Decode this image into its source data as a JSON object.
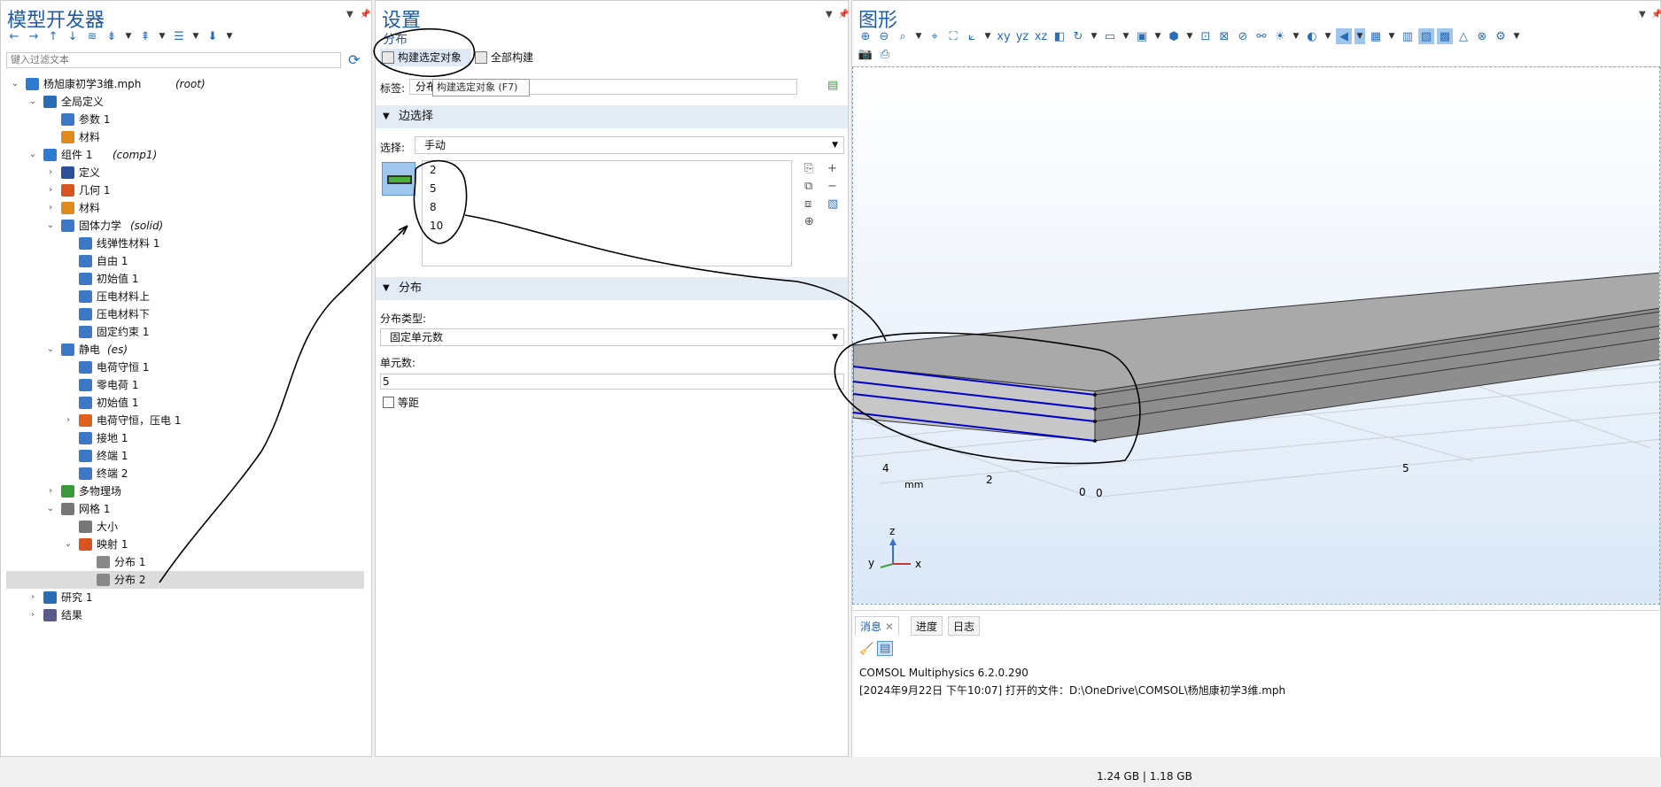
{
  "model_builder": {
    "title": "模型开发器",
    "filter_placeholder": "键入过滤文本",
    "tree": [
      {
        "label": "杨旭康初学3维.mph",
        "tag": "(root)",
        "level": 0,
        "chev": "v",
        "icon": "model-file-icon",
        "color": "#2e7bd6"
      },
      {
        "label": "全局定义",
        "tag": "",
        "level": 1,
        "chev": "v",
        "icon": "globe-icon",
        "color": "#2b6cb7"
      },
      {
        "label": "参数 1",
        "tag": "",
        "level": 2,
        "chev": "",
        "icon": "parameters-icon",
        "color": "#3b78c8"
      },
      {
        "label": "材料",
        "tag": "",
        "level": 2,
        "chev": "",
        "icon": "materials-icon",
        "color": "#e08a1e"
      },
      {
        "label": "组件 1",
        "tag": "(comp1)",
        "level": 1,
        "chev": "v",
        "icon": "component-icon",
        "color": "#2e7bd6"
      },
      {
        "label": "定义",
        "tag": "",
        "level": 2,
        "chev": ">",
        "icon": "definitions-icon",
        "color": "#2b4f9a"
      },
      {
        "label": "几何 1",
        "tag": "",
        "level": 2,
        "chev": ">",
        "icon": "geometry-icon",
        "color": "#d9541e"
      },
      {
        "label": "材料",
        "tag": "",
        "level": 2,
        "chev": ">",
        "icon": "materials-icon",
        "color": "#e08a1e"
      },
      {
        "label": "固体力学",
        "tag": "(solid)",
        "level": 2,
        "chev": "v",
        "icon": "solid-mechanics-icon",
        "color": "#3b78c8"
      },
      {
        "label": "线弹性材料 1",
        "tag": "",
        "level": 3,
        "chev": "",
        "icon": "domain-node-icon",
        "color": "#3b78c8"
      },
      {
        "label": "自由 1",
        "tag": "",
        "level": 3,
        "chev": "",
        "icon": "domain-node-icon",
        "color": "#3b78c8"
      },
      {
        "label": "初始值 1",
        "tag": "",
        "level": 3,
        "chev": "",
        "icon": "domain-node-icon",
        "color": "#3b78c8"
      },
      {
        "label": "压电材料上",
        "tag": "",
        "level": 3,
        "chev": "",
        "icon": "domain-node-icon",
        "color": "#3b78c8"
      },
      {
        "label": "压电材料下",
        "tag": "",
        "level": 3,
        "chev": "",
        "icon": "domain-node-icon",
        "color": "#3b78c8"
      },
      {
        "label": "固定约束 1",
        "tag": "",
        "level": 3,
        "chev": "",
        "icon": "boundary-node-icon",
        "color": "#3b78c8"
      },
      {
        "label": "静电",
        "tag": "(es)",
        "level": 2,
        "chev": "v",
        "icon": "electrostatics-icon",
        "color": "#3b78c8"
      },
      {
        "label": "电荷守恒 1",
        "tag": "",
        "level": 3,
        "chev": "",
        "icon": "domain-node-icon",
        "color": "#3b78c8"
      },
      {
        "label": "零电荷 1",
        "tag": "",
        "level": 3,
        "chev": "",
        "icon": "boundary-node-icon",
        "color": "#3b78c8"
      },
      {
        "label": "初始值 1",
        "tag": "",
        "level": 3,
        "chev": "",
        "icon": "domain-node-icon",
        "color": "#3b78c8"
      },
      {
        "label": "电荷守恒，压电 1",
        "tag": "",
        "level": 3,
        "chev": ">",
        "icon": "warning-node-icon",
        "color": "#e0601e"
      },
      {
        "label": "接地 1",
        "tag": "",
        "level": 3,
        "chev": "",
        "icon": "boundary-node-icon",
        "color": "#3b78c8"
      },
      {
        "label": "终端 1",
        "tag": "",
        "level": 3,
        "chev": "",
        "icon": "boundary-node-icon",
        "color": "#3b78c8"
      },
      {
        "label": "终端 2",
        "tag": "",
        "level": 3,
        "chev": "",
        "icon": "boundary-node-icon",
        "color": "#3b78c8"
      },
      {
        "label": "多物理场",
        "tag": "",
        "level": 2,
        "chev": ">",
        "icon": "multiphysics-icon",
        "color": "#3a9a3a"
      },
      {
        "label": "网格 1",
        "tag": "",
        "level": 2,
        "chev": "v",
        "icon": "mesh-icon",
        "color": "#777777"
      },
      {
        "label": "大小",
        "tag": "",
        "level": 3,
        "chev": "",
        "icon": "size-icon",
        "color": "#777777"
      },
      {
        "label": "映射 1",
        "tag": "",
        "level": 3,
        "chev": "v",
        "icon": "mapped-mesh-icon",
        "color": "#d9541e"
      },
      {
        "label": "分布 1",
        "tag": "",
        "level": 4,
        "chev": "",
        "icon": "distribution-icon",
        "color": "#888888"
      },
      {
        "label": "分布 2",
        "tag": "",
        "level": 4,
        "chev": "",
        "icon": "distribution-icon",
        "color": "#888888",
        "selected": true
      },
      {
        "label": "研究 1",
        "tag": "",
        "level": 1,
        "chev": ">",
        "icon": "study-icon",
        "color": "#2b6cb7"
      },
      {
        "label": "结果",
        "tag": "",
        "level": 1,
        "chev": ">",
        "icon": "results-icon",
        "color": "#5a5a8a"
      }
    ]
  },
  "settings": {
    "title": "设置",
    "subtitle": "分布",
    "build_selected": "构建选定对象",
    "build_all": "全部构建",
    "tooltip": "构建选定对象 (F7)",
    "label_caption": "标签:",
    "label_value": "分布",
    "edge_section": "边选择",
    "selection_caption": "选择:",
    "selection_value": "手动",
    "edges": [
      "2",
      "5",
      "8",
      "10"
    ],
    "dist_section": "分布",
    "dist_type_caption": "分布类型:",
    "dist_type_value": "固定单元数",
    "num_elements_caption": "单元数:",
    "num_elements_value": "5",
    "equidistant": "等距"
  },
  "graphics": {
    "title": "图形",
    "axis_labels": {
      "t4": "4",
      "t2": "2",
      "t0a": "0",
      "t0b": "0",
      "t5": "5",
      "unit": "mm"
    },
    "triad": {
      "z": "z",
      "y": "y",
      "x": "x"
    }
  },
  "messages": {
    "tabs": [
      "消息",
      "进度",
      "日志"
    ],
    "lines": [
      "COMSOL Multiphysics 6.2.0.290",
      "[2024年9月22日 下午10:07] 打开的文件：D:\\OneDrive\\COMSOL\\杨旭康初学3维.mph"
    ]
  },
  "status_bar": {
    "memory": "1.24 GB | 1.18 GB"
  },
  "colors": {
    "accent": "#1f5ca8",
    "edge_highlight": "#0000cc",
    "section_bg": "#e3ebf5"
  }
}
